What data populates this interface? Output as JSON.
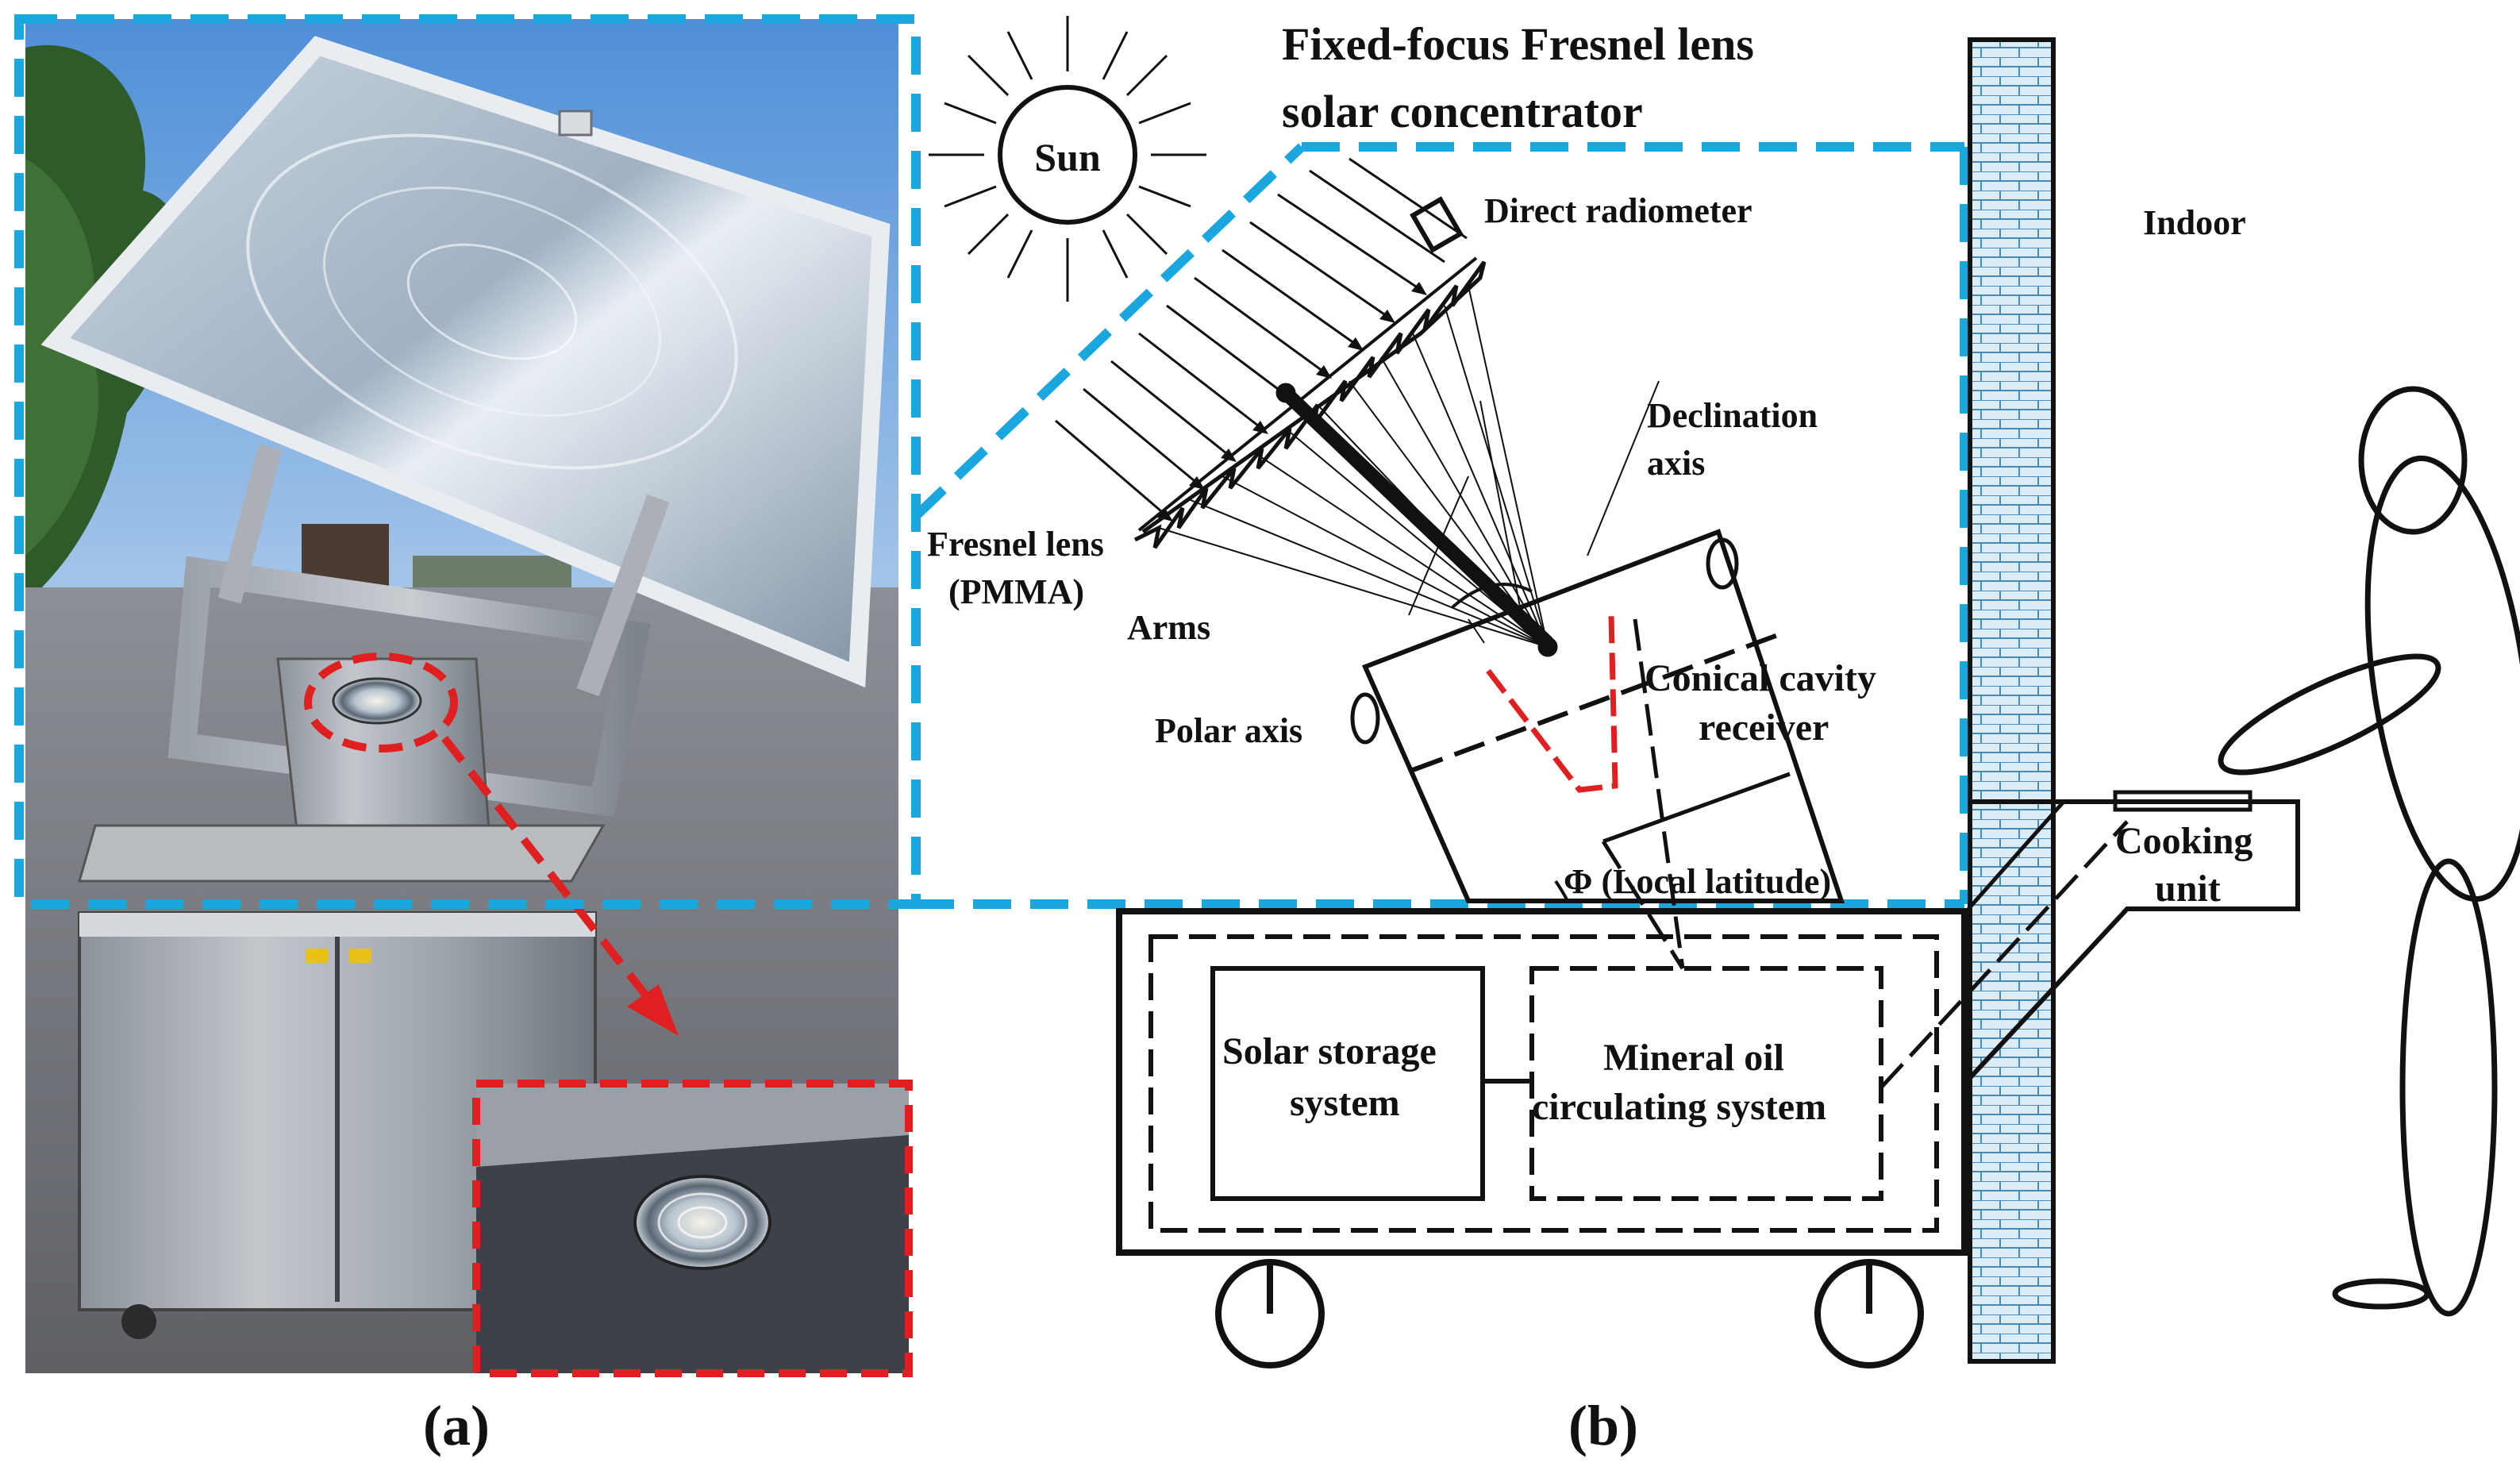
{
  "figure": {
    "panel_a_label": "(a)",
    "panel_b_label": "(b)"
  },
  "diagram": {
    "title_line1": "Fixed-focus Fresnel lens",
    "title_line2": "solar concentrator",
    "sun": "Sun",
    "direct_radiometer": "Direct radiometer",
    "indoor": "Indoor",
    "declination_line1": "Declination",
    "declination_line2": "axis",
    "fresnel_line1": "Fresnel lens",
    "fresnel_line2": "(PMMA)",
    "arms": "Arms",
    "conical_line1": "Conical cavity",
    "conical_line2": "receiver",
    "polar_axis": "Polar axis",
    "latitude": "Φ (Local latitude)",
    "cooking_line1": "Cooking",
    "cooking_line2": "unit",
    "storage_line1": "Solar storage",
    "storage_line2": "system",
    "mineral_line1": "Mineral oil",
    "mineral_line2": "circulating system"
  },
  "colors": {
    "callout_blue": "#1aa7e0",
    "callout_red": "#e02020",
    "wall_fill": "#d7eaf5",
    "wall_line": "#4a8ab8",
    "ink": "#111111"
  }
}
